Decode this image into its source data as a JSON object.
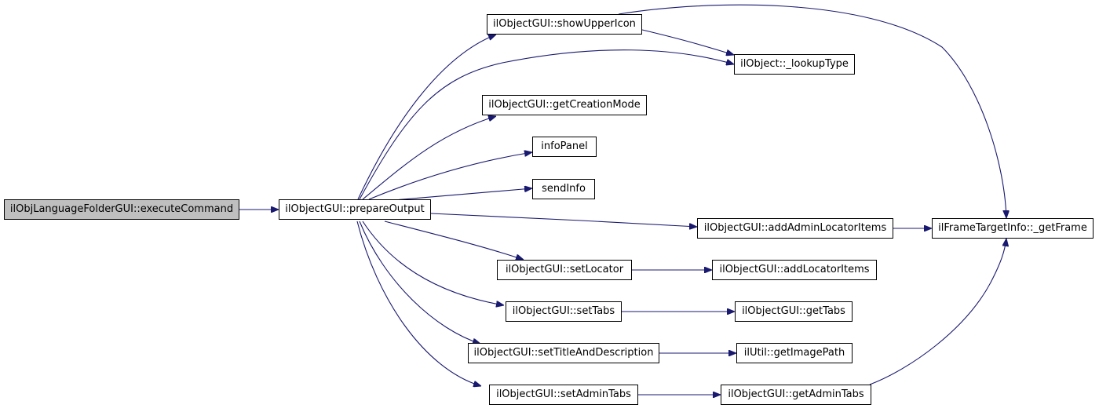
{
  "diagram": {
    "type": "call-graph",
    "edge_color": "#191970",
    "root_fill": "#bfbfbf",
    "nodes": [
      {
        "id": "n0",
        "label": "ilObjLanguageFolderGUI::executeCommand",
        "root": true
      },
      {
        "id": "n1",
        "label": "ilObjectGUI::prepareOutput"
      },
      {
        "id": "n2",
        "label": "ilObjectGUI::showUpperIcon"
      },
      {
        "id": "n3",
        "label": "ilObject::_lookupType"
      },
      {
        "id": "n4",
        "label": "ilFrameTargetInfo::_getFrame"
      },
      {
        "id": "n5",
        "label": "ilObjectGUI::getCreationMode"
      },
      {
        "id": "n6",
        "label": "infoPanel"
      },
      {
        "id": "n7",
        "label": "sendInfo"
      },
      {
        "id": "n8",
        "label": "ilObjectGUI::addAdminLocatorItems"
      },
      {
        "id": "n9",
        "label": "ilObjectGUI::setLocator"
      },
      {
        "id": "n10",
        "label": "ilObjectGUI::addLocatorItems"
      },
      {
        "id": "n11",
        "label": "ilObjectGUI::setTabs"
      },
      {
        "id": "n12",
        "label": "ilObjectGUI::getTabs"
      },
      {
        "id": "n13",
        "label": "ilObjectGUI::setTitleAndDescription"
      },
      {
        "id": "n14",
        "label": "ilUtil::getImagePath"
      },
      {
        "id": "n15",
        "label": "ilObjectGUI::setAdminTabs"
      },
      {
        "id": "n16",
        "label": "ilObjectGUI::getAdminTabs"
      }
    ],
    "edges": [
      [
        "n0",
        "n1"
      ],
      [
        "n1",
        "n2"
      ],
      [
        "n1",
        "n3"
      ],
      [
        "n1",
        "n5"
      ],
      [
        "n1",
        "n6"
      ],
      [
        "n1",
        "n7"
      ],
      [
        "n1",
        "n8"
      ],
      [
        "n1",
        "n9"
      ],
      [
        "n1",
        "n11"
      ],
      [
        "n1",
        "n13"
      ],
      [
        "n1",
        "n15"
      ],
      [
        "n2",
        "n3"
      ],
      [
        "n2",
        "n4"
      ],
      [
        "n8",
        "n4"
      ],
      [
        "n9",
        "n10"
      ],
      [
        "n11",
        "n12"
      ],
      [
        "n13",
        "n14"
      ],
      [
        "n15",
        "n16"
      ],
      [
        "n16",
        "n4"
      ]
    ]
  }
}
